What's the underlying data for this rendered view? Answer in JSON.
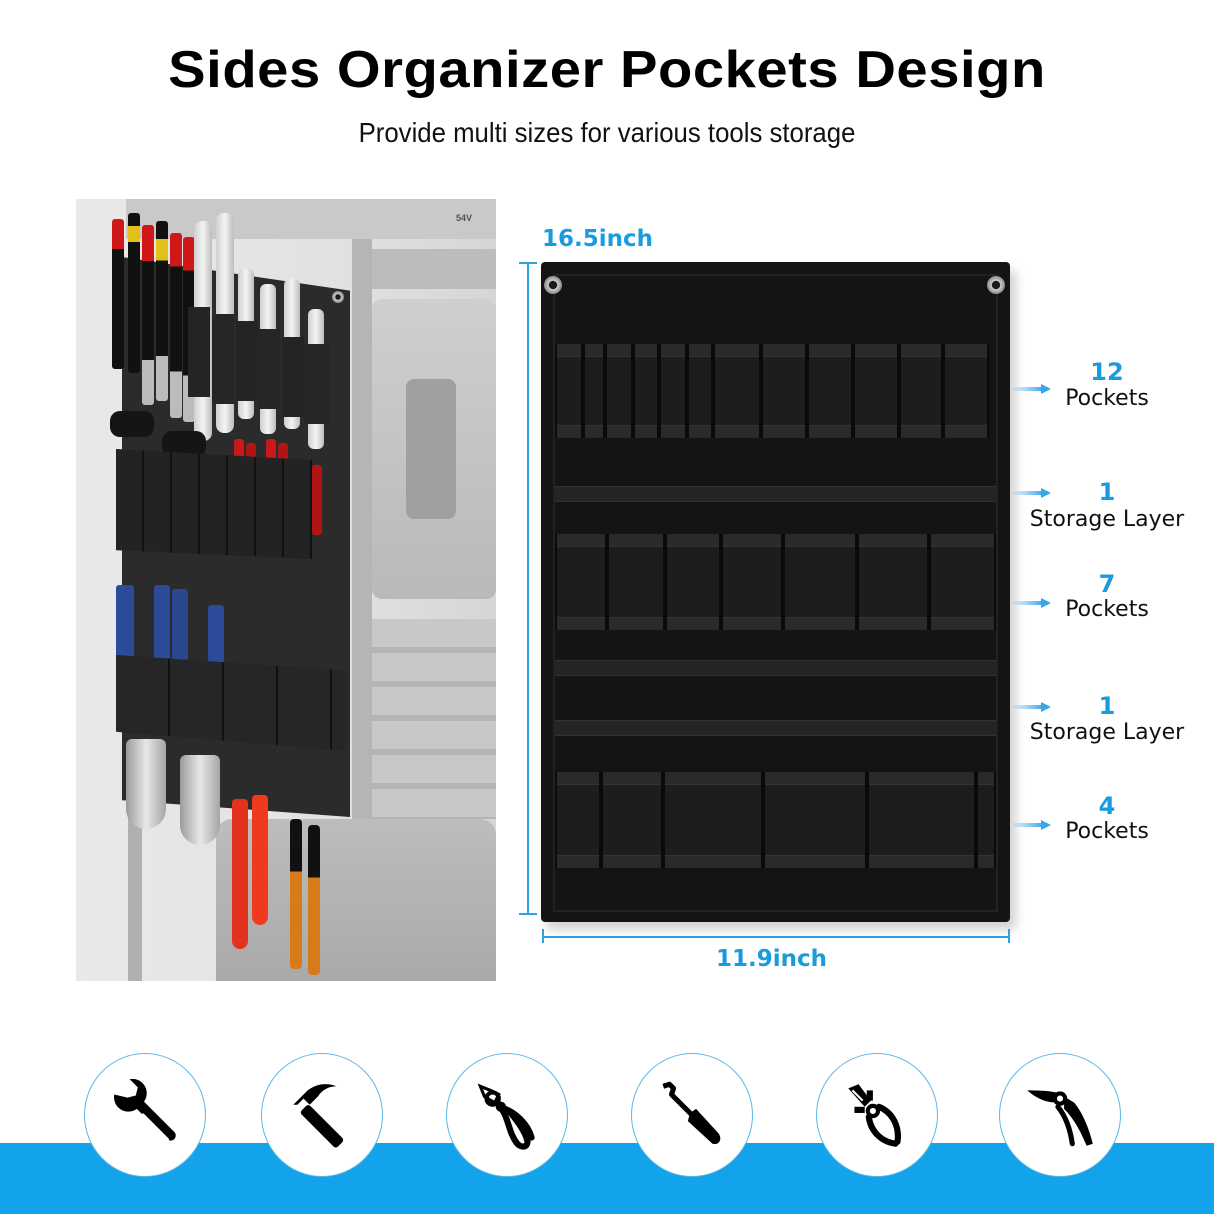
{
  "header": {
    "title": "Sides Organizer Pockets Design",
    "subtitle": "Provide multi sizes for various tools storage"
  },
  "photo": {
    "description": "Organizer panel mounted on the side of a tool cart holding screwdrivers, wrenches, pliers and crimpers",
    "badge": "54V"
  },
  "dimensions": {
    "height": "16.5inch",
    "width": "11.9inch"
  },
  "annotations": [
    {
      "count": "12",
      "label": "Pockets"
    },
    {
      "count": "1",
      "label": "Storage Layer"
    },
    {
      "count": "7",
      "label": "Pockets"
    },
    {
      "count": "1",
      "label": "Storage Layer"
    },
    {
      "count": "4",
      "label": "Pockets"
    }
  ],
  "tool_icons": [
    {
      "name": "wrench-icon"
    },
    {
      "name": "hammer-icon"
    },
    {
      "name": "pliers-icon"
    },
    {
      "name": "screwdriver-icon"
    },
    {
      "name": "cutting-pliers-icon"
    },
    {
      "name": "pruning-shears-icon"
    }
  ],
  "colors": {
    "accent_blue": "#12a3ea",
    "dimension_blue": "#1a9be0",
    "panel_black": "#141414",
    "text": "#000000"
  }
}
